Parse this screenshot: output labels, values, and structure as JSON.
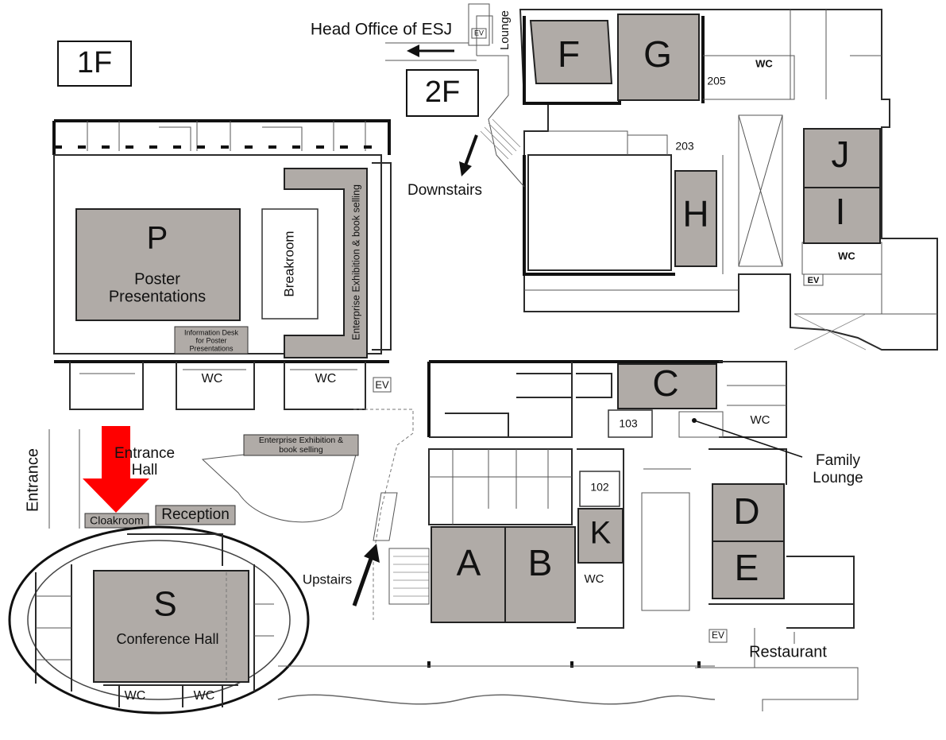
{
  "floor_labels": {
    "first": "1F",
    "second": "2F"
  },
  "directions": {
    "head_office": "Head Office of ESJ",
    "downstairs": "Downstairs",
    "upstairs": "Upstairs",
    "lounge": "Lounge"
  },
  "halls": {
    "A": "A",
    "B": "B",
    "C": "C",
    "D": "D",
    "E": "E",
    "F": "F",
    "G": "G",
    "H": "H",
    "I": "I",
    "J": "J",
    "K": "K"
  },
  "poster": {
    "letter": "P",
    "label_line1": "Poster",
    "label_line2": "Presentations"
  },
  "conference": {
    "letter": "S",
    "label": "Conference Hall"
  },
  "rooms": {
    "breakroom": "Breakroom",
    "enterprise_vertical": "Enterprise Exhibition & book selling",
    "info_desk_line1": "Information Desk",
    "info_desk_line2": "for Poster",
    "info_desk_line3": "Presentations",
    "enterprise_line1": "Enterprise Exhibition &",
    "enterprise_line2": "book selling",
    "entrance": "Entrance",
    "entrance_hall_line1": "Entrance",
    "entrance_hall_line2": "Hall",
    "cloakroom": "Cloakroom",
    "reception": "Reception",
    "family_lounge_line1": "Family",
    "family_lounge_line2": "Lounge",
    "restaurant": "Restaurant",
    "room_102": "102",
    "room_103": "103",
    "room_203": "203",
    "room_205": "205"
  },
  "facilities": {
    "wc": "WC",
    "ev": "EV"
  },
  "colors": {
    "hall_fill": "#b0aba7",
    "arrow_red": "#ff0000",
    "wall": "#2b2b2b"
  }
}
